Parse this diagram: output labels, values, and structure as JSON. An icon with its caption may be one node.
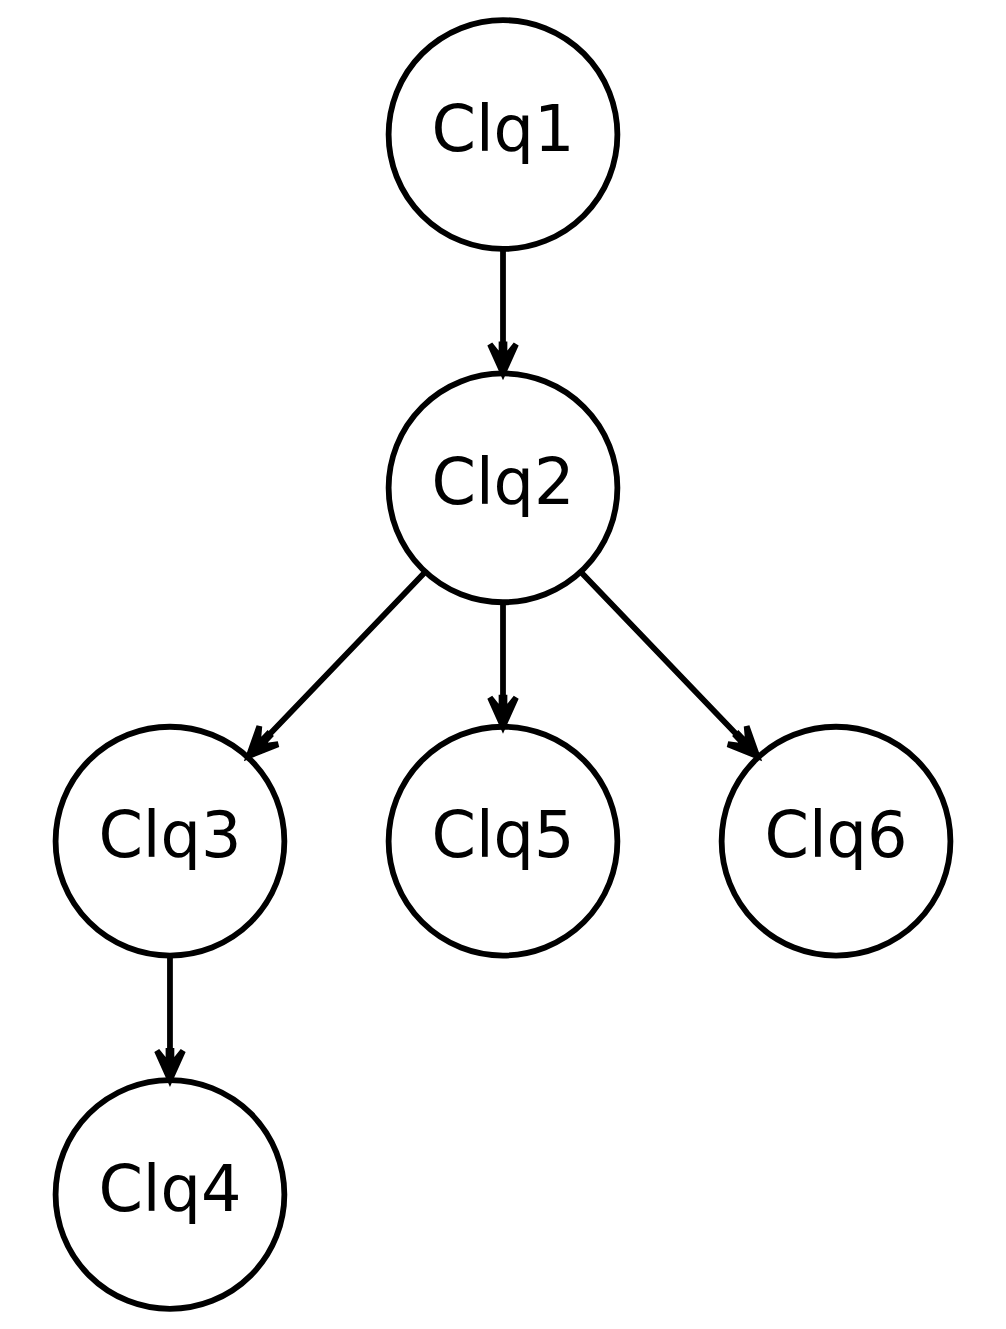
{
  "diagram": {
    "nodes": [
      {
        "text": [
          "Clq1"
        ]
      },
      {
        "text": [
          "Clq2"
        ]
      },
      {
        "text": [
          "Clq3"
        ]
      },
      {
        "text": [
          "Clq5"
        ]
      },
      {
        "text": [
          "Clq6"
        ]
      },
      {
        "text": [
          "Clq4"
        ]
      }
    ],
    "edges": [
      {
        "from": 0,
        "to": 1,
        "arrow": "to"
      },
      {
        "from": 1,
        "to": 2,
        "arrow": "to"
      },
      {
        "from": 1,
        "to": 3,
        "arrow": "to"
      },
      {
        "from": 1,
        "to": 4,
        "arrow": "to"
      },
      {
        "from": 2,
        "to": 5,
        "arrow": "to"
      }
    ]
  }
}
